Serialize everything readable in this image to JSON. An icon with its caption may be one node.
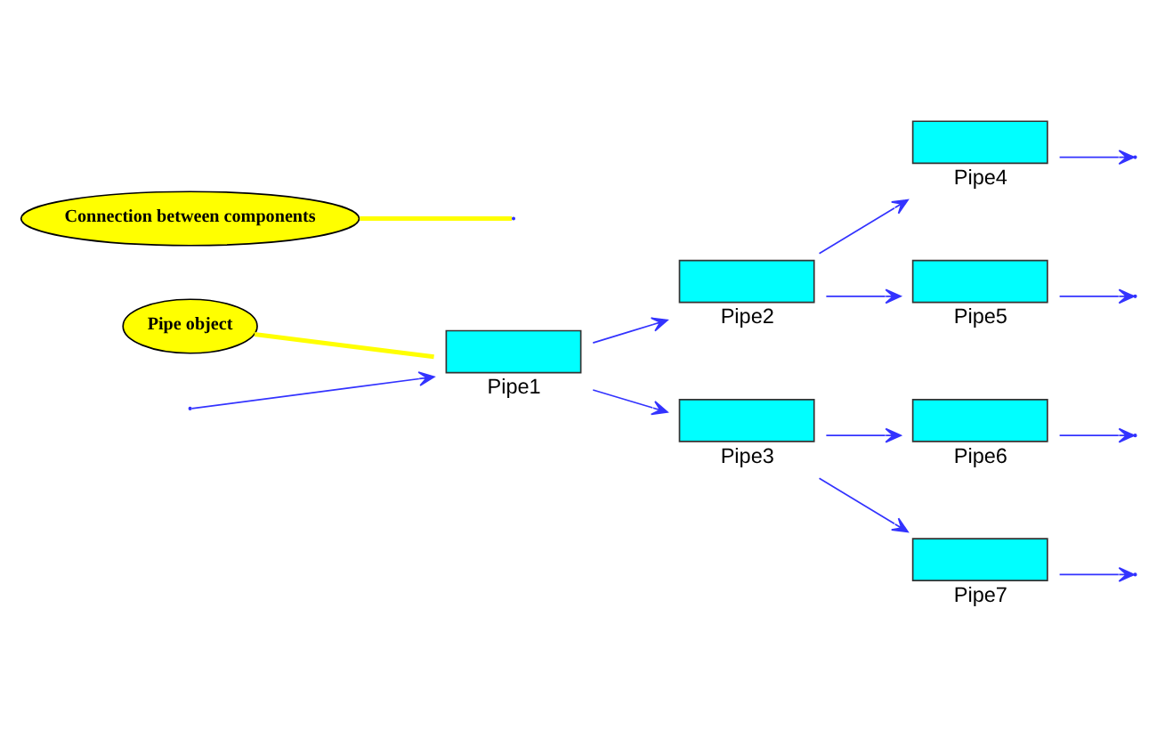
{
  "diagram": {
    "nodes": [
      {
        "text": [
          "Pipe object"
        ]
      },
      {
        "text": [
          "Pipe1"
        ]
      },
      {
        "text": [
          "Pipe2"
        ]
      },
      {
        "text": [
          "Pipe3"
        ]
      },
      {
        "text": [
          "Pipe4"
        ]
      },
      {
        "text": [
          "Pipe5"
        ]
      },
      {
        "text": [
          "Pipe6"
        ]
      },
      {
        "text": [
          "Pipe7"
        ]
      },
      {
        "text": [
          "Connection between components"
        ]
      }
    ],
    "edges": [
      {
        "from": null,
        "to": 1,
        "arrow": "to"
      },
      {
        "from": 1,
        "to": 2,
        "arrow": "to"
      },
      {
        "from": 1,
        "to": 3,
        "arrow": "to"
      },
      {
        "from": 2,
        "to": 4,
        "arrow": "to"
      },
      {
        "from": 2,
        "to": 5,
        "arrow": "to"
      },
      {
        "from": 3,
        "to": 6,
        "arrow": "to"
      },
      {
        "from": 3,
        "to": 7,
        "arrow": "to"
      },
      {
        "from": 4,
        "to": null,
        "arrow": "to"
      },
      {
        "from": 5,
        "to": null,
        "arrow": "to"
      },
      {
        "from": 6,
        "to": null,
        "arrow": "to"
      },
      {
        "from": 7,
        "to": null,
        "arrow": "to"
      },
      {
        "from": 0,
        "to": 1,
        "arrow": "none",
        "color": "#ffff00",
        "style": "thick"
      },
      {
        "from": 8,
        "to": null,
        "arrow": "none",
        "color": "#ffff00",
        "style": "thick"
      }
    ]
  }
}
